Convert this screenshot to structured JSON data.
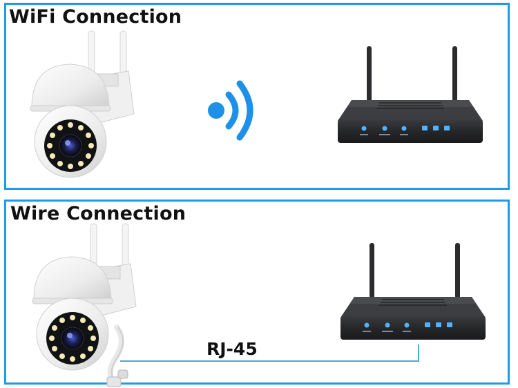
{
  "panels": {
    "wifi": {
      "title": "WiFi Connection"
    },
    "wire": {
      "title": "Wire Connection",
      "cable_label": "RJ-45"
    }
  },
  "colors": {
    "border": "#1e9be6",
    "wifi_signal": "#1e90e8",
    "cable": "#4aa6e0",
    "router_body": "#2a2a2c",
    "router_led": "#4fb3ff",
    "camera_body": "#f2f2f2"
  },
  "icons": {
    "camera": "ptz-security-camera",
    "router": "wireless-router",
    "signal": "wifi-signal-icon"
  }
}
